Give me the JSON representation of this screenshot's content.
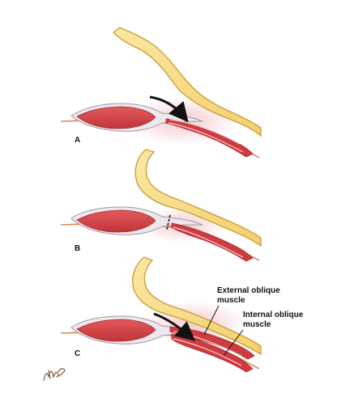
{
  "panels": [
    {
      "id": "A",
      "label": "A"
    },
    {
      "id": "B",
      "label": "B"
    },
    {
      "id": "C",
      "label": "C"
    }
  ],
  "annotations": {
    "external_oblique": {
      "line1": "External oblique",
      "line2": "muscle"
    },
    "internal_oblique": {
      "line1": "Internal oblique",
      "line2": "muscle"
    }
  },
  "signature": "MW",
  "colors": {
    "fat_fill": "#f7dc8a",
    "fat_stroke": "#c9a13a",
    "muscle_fill": "#d9464a",
    "muscle_dark": "#b8262c",
    "sheath": "#c9c3cc",
    "skin_line": "#d88a55",
    "pink_haze": "#f4cfd2",
    "arrow": "#111111"
  }
}
